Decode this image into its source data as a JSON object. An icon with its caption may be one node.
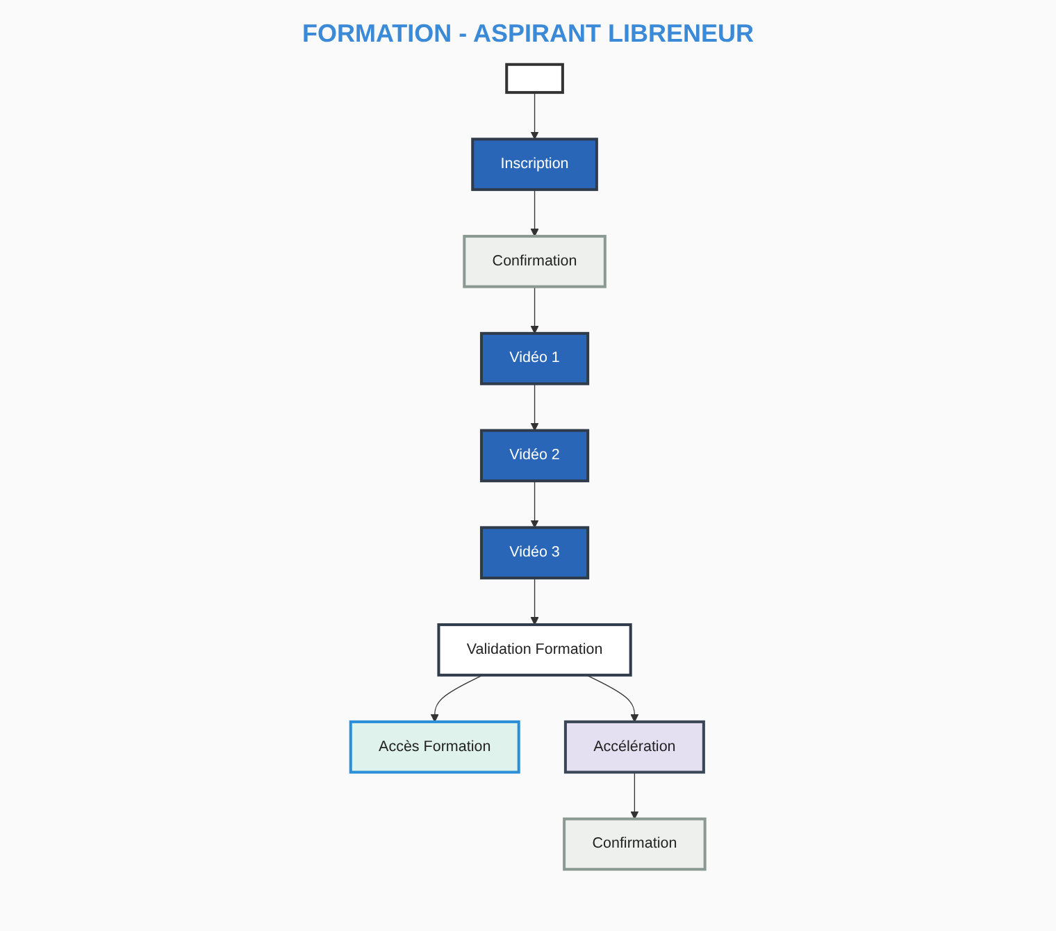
{
  "diagram": {
    "title": "FORMATION - ASPIRANT LIBRENEUR",
    "nodes": [
      {
        "text": [],
        "shape": "box"
      },
      {
        "text": [
          "Inscription"
        ]
      },
      {
        "text": [
          "Confirmation"
        ]
      },
      {
        "text": [
          "Vidéo 1"
        ]
      },
      {
        "text": [
          "Vidéo 2"
        ]
      },
      {
        "text": [
          "Vidéo 3"
        ]
      },
      {
        "text": [
          "Validation Formation"
        ]
      },
      {
        "text": [
          "Accès Formation"
        ]
      },
      {
        "text": [
          "Accélération"
        ]
      },
      {
        "text": [
          "Confirmation"
        ]
      }
    ],
    "edges": [
      {
        "from": 0,
        "to": 1,
        "arrow": "to"
      },
      {
        "from": 1,
        "to": 2,
        "arrow": "to"
      },
      {
        "from": 2,
        "to": 3,
        "arrow": "to"
      },
      {
        "from": 3,
        "to": 4,
        "arrow": "to"
      },
      {
        "from": 4,
        "to": 5,
        "arrow": "to"
      },
      {
        "from": 5,
        "to": 6,
        "arrow": "to"
      },
      {
        "from": 6,
        "to": 7,
        "arrow": "to"
      },
      {
        "from": 6,
        "to": 8,
        "arrow": "to"
      },
      {
        "from": 8,
        "to": 9,
        "arrow": "to"
      }
    ]
  }
}
